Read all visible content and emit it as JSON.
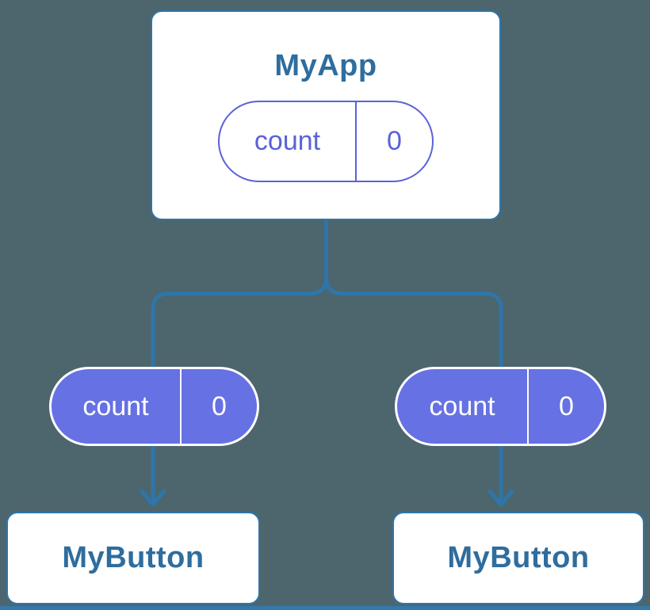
{
  "diagram": {
    "root": {
      "title": "MyApp",
      "state": {
        "label": "count",
        "value": "0"
      }
    },
    "children": [
      {
        "title": "MyButton",
        "state": {
          "label": "count",
          "value": "0"
        }
      },
      {
        "title": "MyButton",
        "state": {
          "label": "count",
          "value": "0"
        }
      }
    ]
  },
  "colors": {
    "background": "#4d656c",
    "connector_blue": "#2e76aa",
    "component_text_blue": "#2e6d9e",
    "card_background": "#ffffff",
    "state_purple_outline": "#5a62d8",
    "state_purple_fill": "#6671e3",
    "state_text_on_fill": "#ffffff"
  }
}
